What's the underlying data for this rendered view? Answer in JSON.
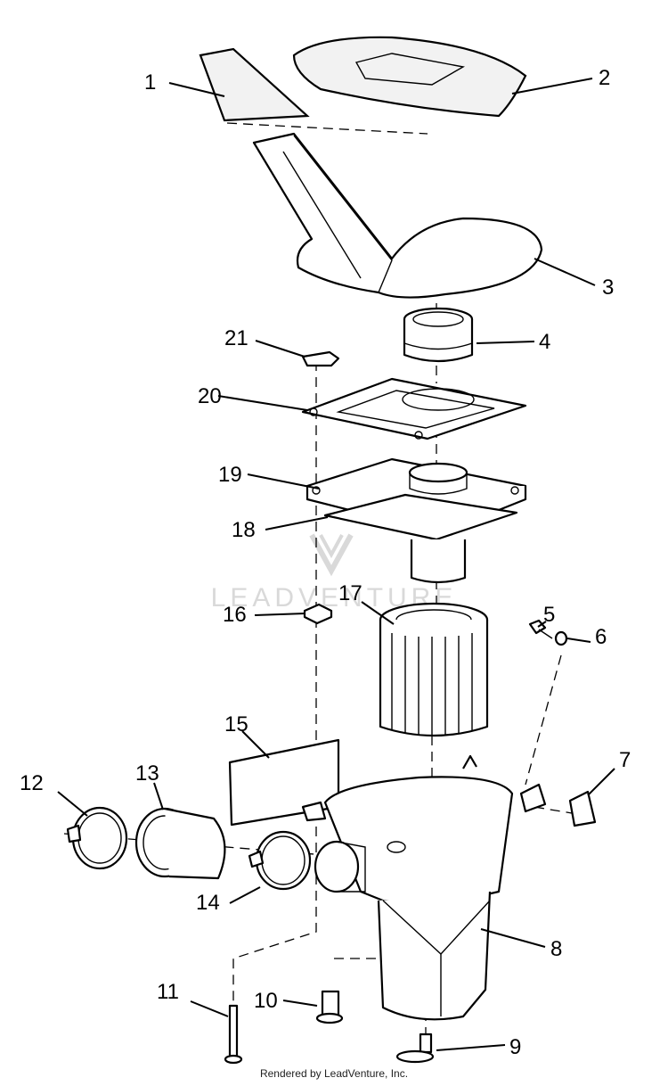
{
  "watermark": "LEADVENTURE",
  "footer": "Rendered by LeadVenture, Inc.",
  "callouts": [
    "1",
    "2",
    "3",
    "4",
    "5",
    "6",
    "7",
    "8",
    "9",
    "10",
    "11",
    "12",
    "13",
    "14",
    "15",
    "16",
    "17",
    "18",
    "19",
    "20",
    "21"
  ]
}
